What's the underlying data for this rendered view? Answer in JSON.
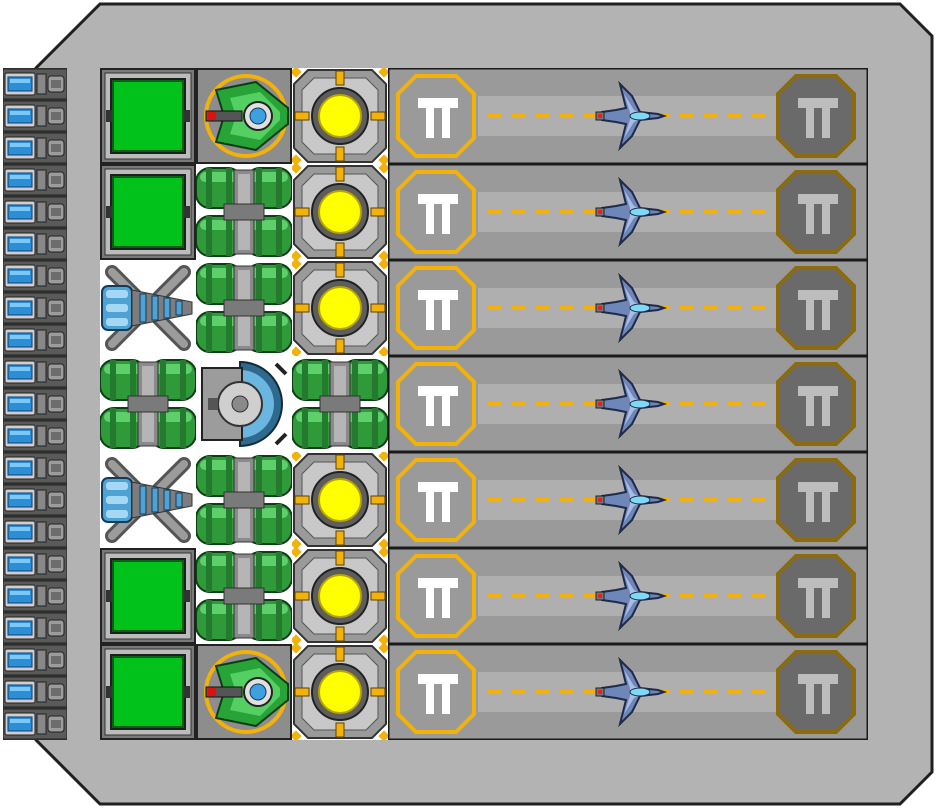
{
  "ship": {
    "hull_color": "#b3b3b3",
    "hull_border": "#222222",
    "accent_yellow": "#ffff00",
    "accent_green": "#00c21a",
    "accent_orange": "#f2b20a"
  },
  "battery_column": {
    "count": 21,
    "icon": "battery-cell-icon"
  },
  "grid": {
    "rows": [
      [
        "armor-block",
        "fighter-turret",
        "reactor-core"
      ],
      [
        "armor-block",
        "fuel-tank",
        "reactor-core"
      ],
      [
        "heat-sink",
        "fuel-tank",
        "reactor-core"
      ],
      [
        "fuel-tank",
        "shield-generator",
        "fuel-tank"
      ],
      [
        "heat-sink",
        "fuel-tank",
        "reactor-core"
      ],
      [
        "armor-block",
        "fuel-tank",
        "reactor-core"
      ],
      [
        "armor-block",
        "fighter-turret",
        "reactor-core"
      ]
    ]
  },
  "hangar_bays": [
    {
      "launch_pad_icon": "launch-pad-icon",
      "fighter_icon": "fighter-ship-icon",
      "landing_pad_icon": "landing-pad-icon"
    },
    {
      "launch_pad_icon": "launch-pad-icon",
      "fighter_icon": "fighter-ship-icon",
      "landing_pad_icon": "landing-pad-icon"
    },
    {
      "launch_pad_icon": "launch-pad-icon",
      "fighter_icon": "fighter-ship-icon",
      "landing_pad_icon": "landing-pad-icon"
    },
    {
      "launch_pad_icon": "launch-pad-icon",
      "fighter_icon": "fighter-ship-icon",
      "landing_pad_icon": "landing-pad-icon"
    },
    {
      "launch_pad_icon": "launch-pad-icon",
      "fighter_icon": "fighter-ship-icon",
      "landing_pad_icon": "landing-pad-icon"
    },
    {
      "launch_pad_icon": "launch-pad-icon",
      "fighter_icon": "fighter-ship-icon",
      "landing_pad_icon": "landing-pad-icon"
    },
    {
      "launch_pad_icon": "launch-pad-icon",
      "fighter_icon": "fighter-ship-icon",
      "landing_pad_icon": "landing-pad-icon"
    }
  ]
}
